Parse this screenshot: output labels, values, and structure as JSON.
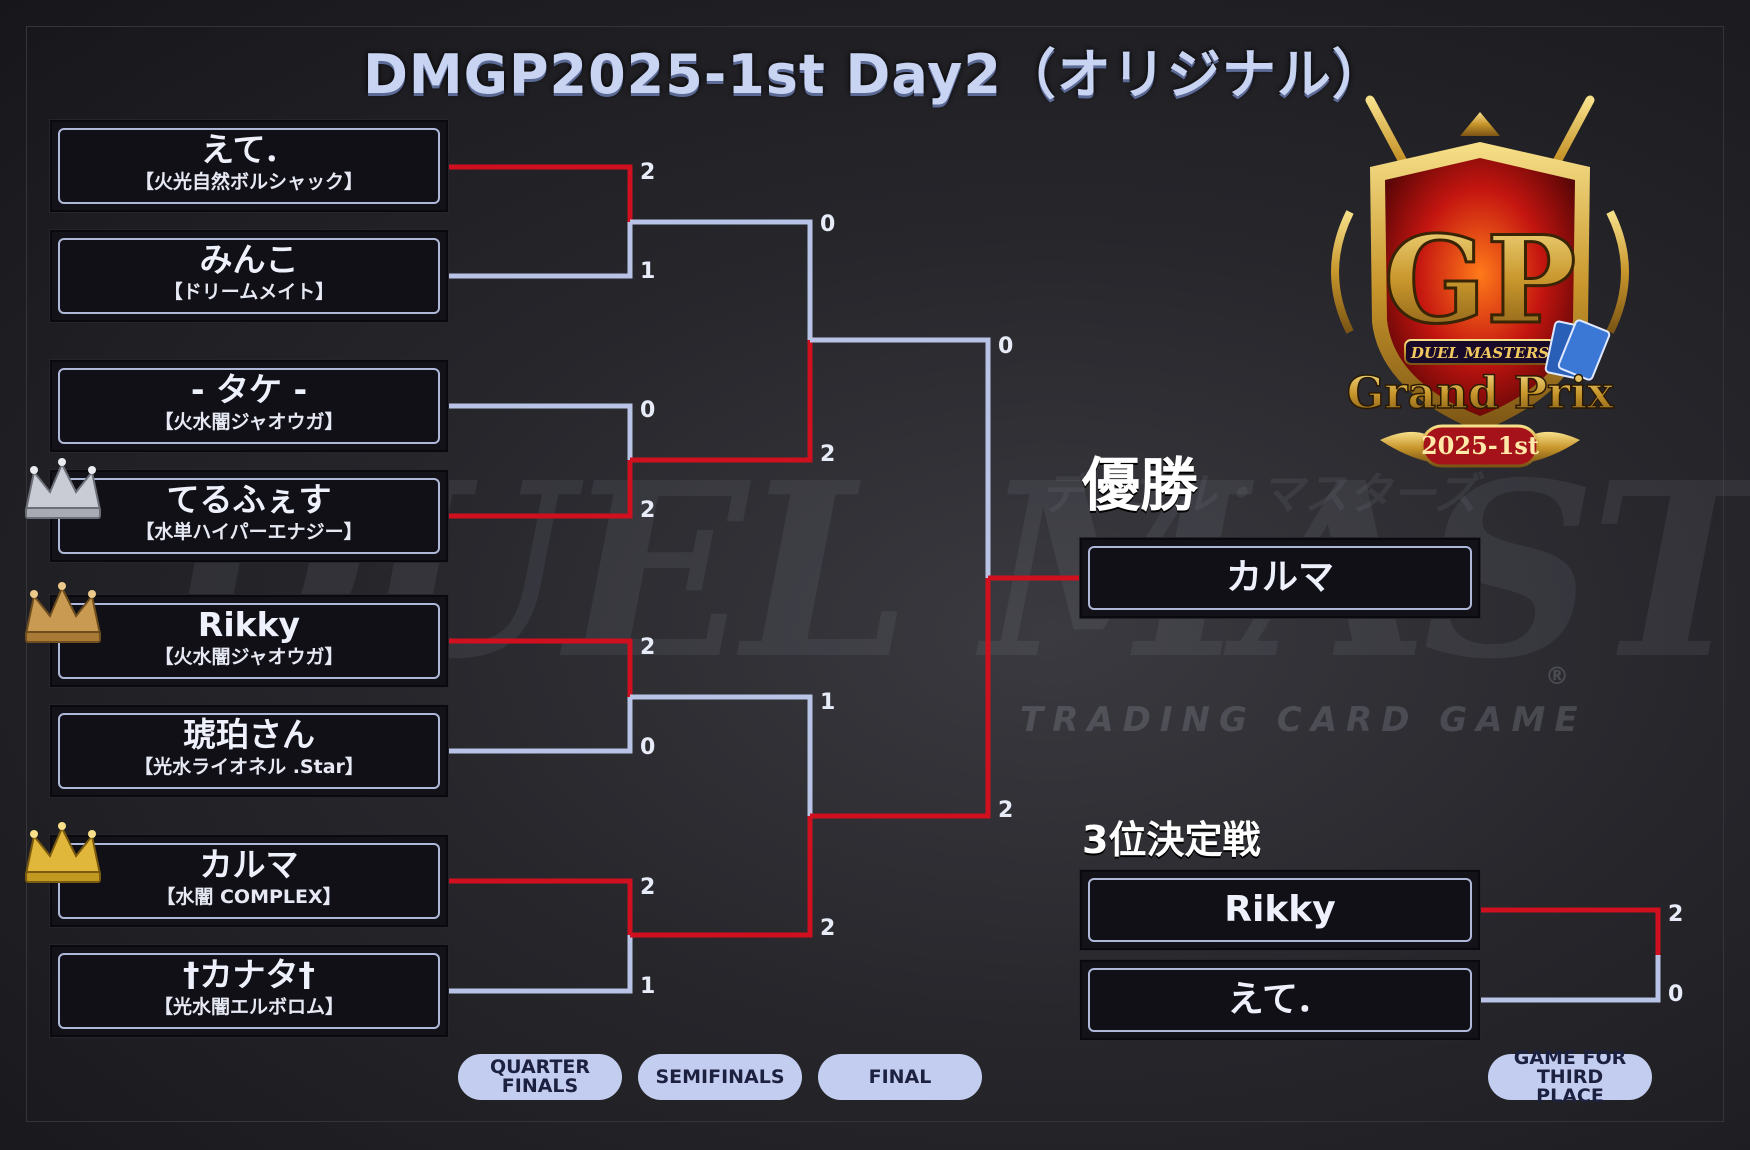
{
  "title": "DMGP2025-1st Day2（オリジナル）",
  "watermark": {
    "logo_text": "DUEL MASTERS",
    "japanese_text": "デュエル・マスターズ",
    "sub_text": "TRADING CARD GAME",
    "registered": "®"
  },
  "logo": {
    "gp_letters": "GP",
    "brand": "DUEL MASTERS",
    "grand_prix": "Grand Prix",
    "edition": "2025-1st"
  },
  "players": [
    {
      "name": "えて．",
      "deck": "【火光自然ボルシャック】"
    },
    {
      "name": "みんこ",
      "deck": "【ドリームメイト】"
    },
    {
      "name": "- タケ -",
      "deck": "【火水闇ジャオウガ】"
    },
    {
      "name": "てるふぇす",
      "deck": "【水単ハイパーエナジー】"
    },
    {
      "name": "Rikky",
      "deck": "【火水闇ジャオウガ】"
    },
    {
      "name": "琥珀さん",
      "deck": "【光水ライオネル .Star】"
    },
    {
      "name": "カルマ",
      "deck": "【水闇 COMPLEX】"
    },
    {
      "name": "†カナタ†",
      "deck": "【光水闇エルボロム】"
    }
  ],
  "crowns": [
    {
      "player_index": 3,
      "medal": "silver",
      "color": "#c9ccd4"
    },
    {
      "player_index": 4,
      "medal": "bronze",
      "color": "#c99a52"
    },
    {
      "player_index": 6,
      "medal": "gold",
      "color": "#e0b73a"
    }
  ],
  "quarterfinal_scores": [
    "2",
    "1",
    "0",
    "2",
    "2",
    "0",
    "2",
    "1"
  ],
  "semifinal_scores": [
    "0",
    "2",
    "1",
    "2"
  ],
  "final_scores": [
    "0",
    "2"
  ],
  "champion": {
    "heading": "優勝",
    "name": "カルマ"
  },
  "third_place": {
    "heading": "3位決定戦",
    "players": [
      "Rikky",
      "えて．"
    ],
    "scores": [
      "2",
      "0"
    ]
  },
  "round_labels": {
    "quarterfinals": "QUARTER FINALS",
    "semifinals": "SEMIFINALS",
    "final": "FINAL",
    "third_place": "GAME FOR THIRD PLACE"
  },
  "colors": {
    "winner_line": "#d0101e",
    "loser_line": "#b8c3e6",
    "pill_bg": "#c3cdf0"
  }
}
